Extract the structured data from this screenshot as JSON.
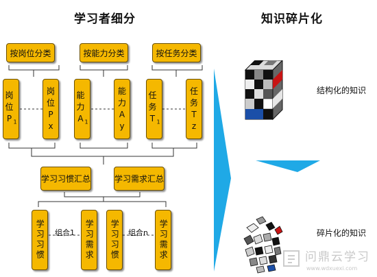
{
  "titles": {
    "left": "学习者细分",
    "right": "知识碎片化"
  },
  "categories": [
    {
      "label": "按岗位分类"
    },
    {
      "label": "按能力分类"
    },
    {
      "label": "按任务分类"
    }
  ],
  "roles": [
    {
      "main": "岗位P",
      "sub": "1"
    },
    {
      "main": "岗位Px",
      "sub": ""
    },
    {
      "main": "能力A",
      "sub": "1"
    },
    {
      "main": "能力Ay",
      "sub": ""
    },
    {
      "main": "任务T",
      "sub": "1"
    },
    {
      "main": "任务Tz",
      "sub": ""
    }
  ],
  "summaries": {
    "habit": "学习习惯汇总",
    "demand": "学习需求汇总"
  },
  "groups": [
    {
      "label": "组合1",
      "items": [
        "学习习惯",
        "学习需求"
      ]
    },
    {
      "label": "组合n",
      "items": [
        "学习习惯",
        "学习需求"
      ]
    }
  ],
  "right": {
    "structured": "结构化的知识",
    "fragmented": "碎片化的知识"
  },
  "watermark": {
    "text": "问鼎云学习",
    "url": "www.wdxuexi.com"
  },
  "colors": {
    "box_fill": "#f5b800",
    "arrow": "#1fa9e6"
  }
}
